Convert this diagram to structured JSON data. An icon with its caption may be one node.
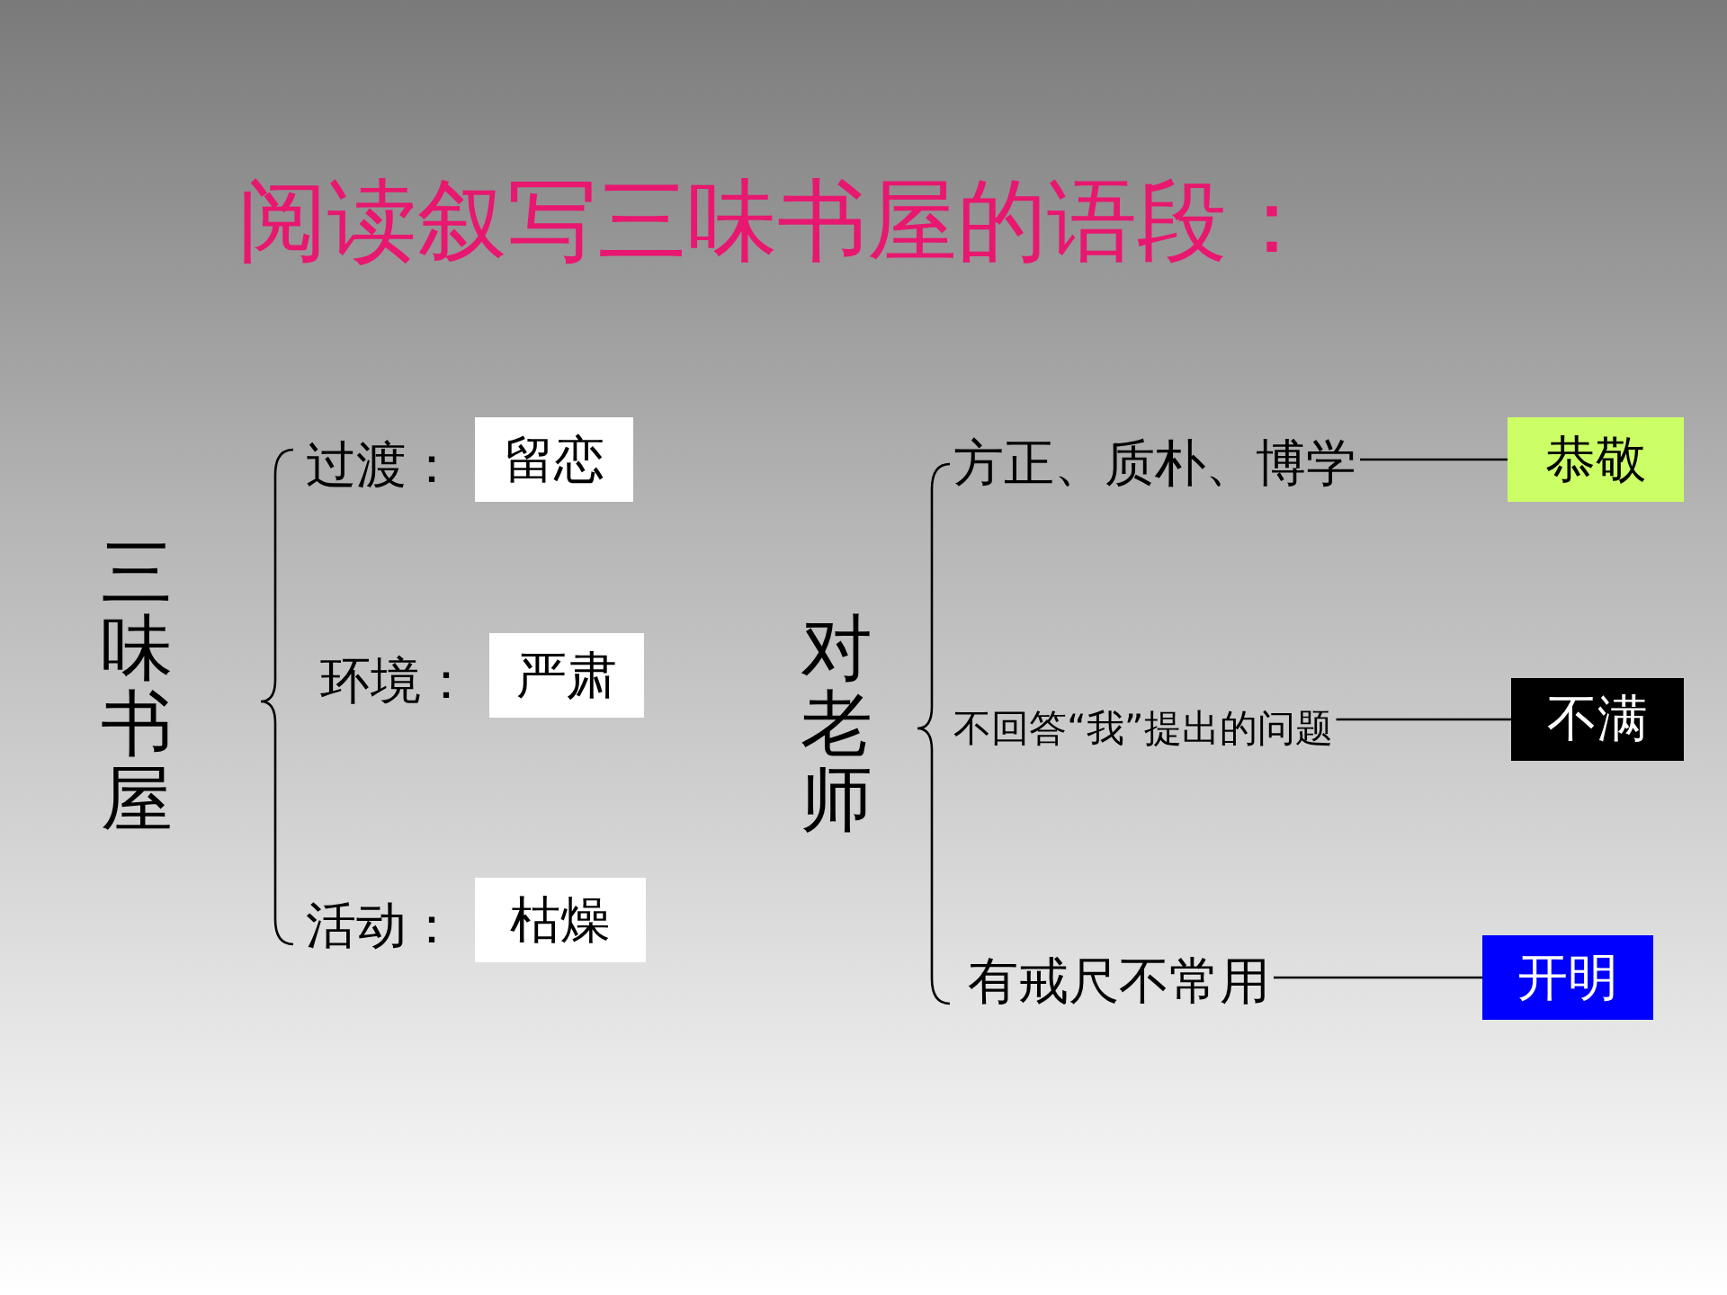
{
  "diagram": {
    "title": "阅读叙写三味书屋的语段：",
    "nodes": [
      {
        "text": [
          "留恋"
        ],
        "beside": [
          "过渡："
        ]
      },
      {
        "text": [
          "严肃"
        ],
        "beside": [
          "环境："
        ]
      },
      {
        "text": [
          "枯燥"
        ],
        "beside": [
          "活动："
        ]
      },
      {
        "text": [
          "方正、质朴、博学"
        ]
      },
      {
        "text": [
          "恭敬"
        ]
      },
      {
        "text": [
          "不回答“我”提出的问题"
        ]
      },
      {
        "text": [
          "不满"
        ]
      },
      {
        "text": [
          "有戒尺不常用"
        ]
      },
      {
        "text": [
          "开明"
        ]
      }
    ],
    "edges": [
      {
        "from": 3,
        "to": 4,
        "arrow": "none"
      },
      {
        "from": 5,
        "to": 6,
        "arrow": "none"
      },
      {
        "from": 7,
        "to": 8,
        "arrow": "none"
      }
    ],
    "labels": [
      "三味书屋",
      "对老师"
    ]
  }
}
